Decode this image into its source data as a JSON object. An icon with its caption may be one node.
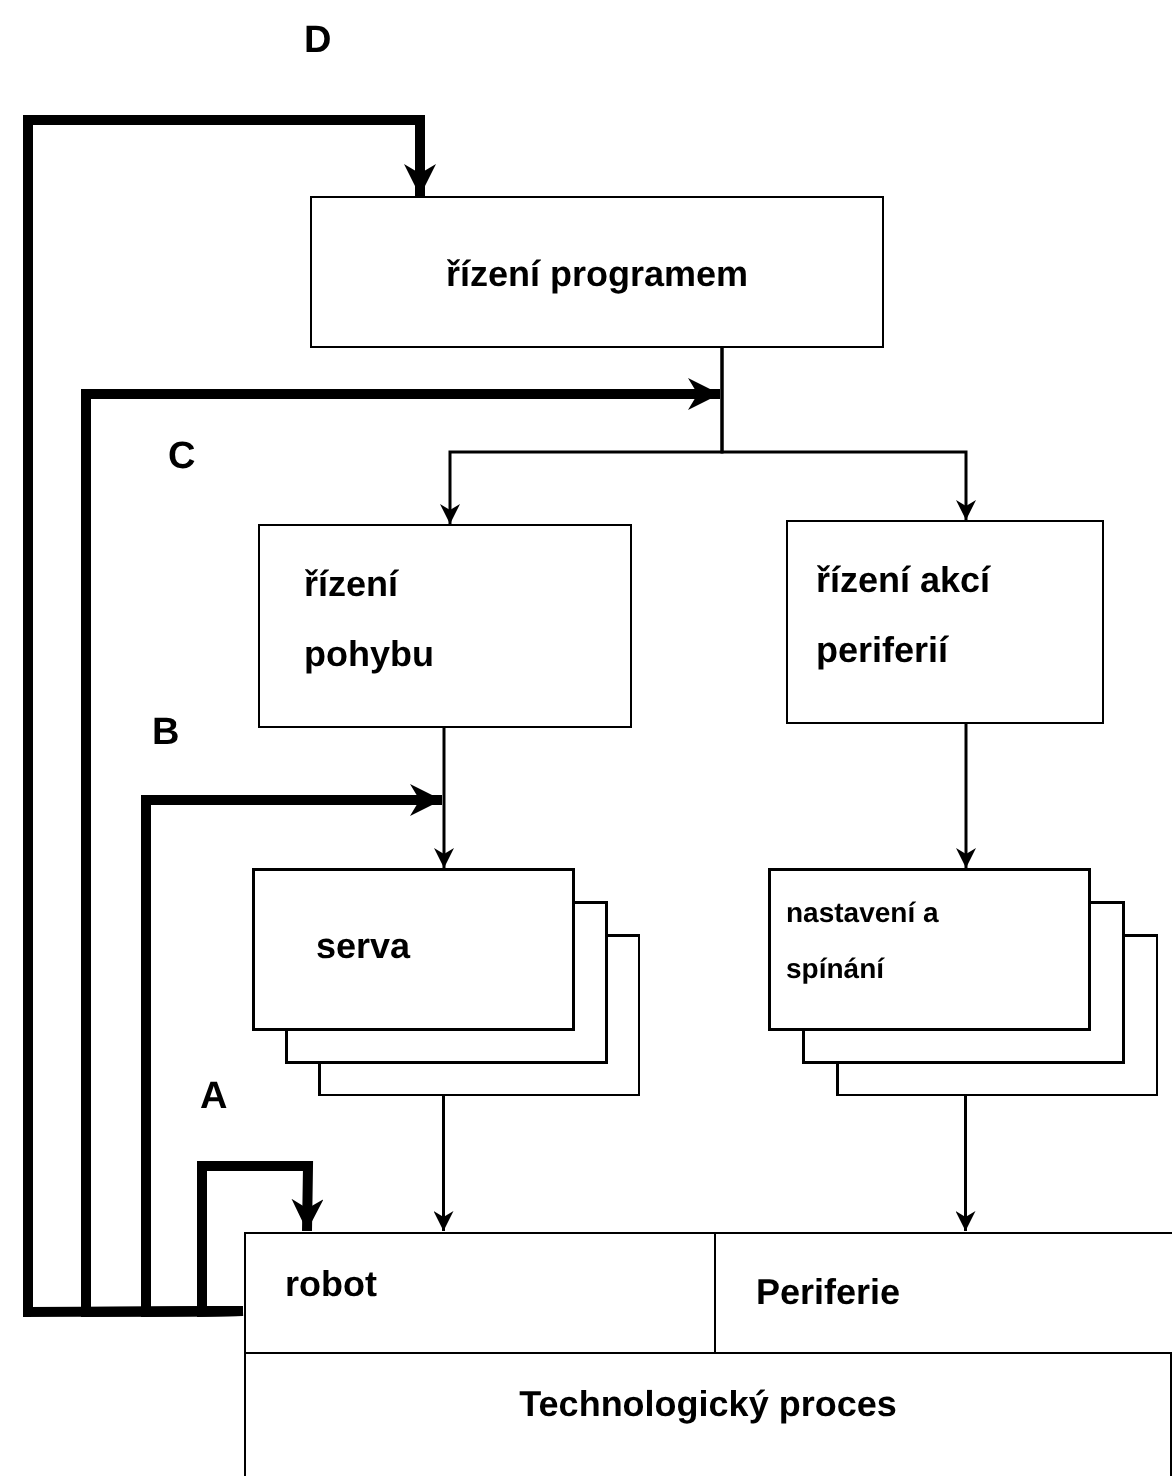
{
  "diagram": {
    "nodes": [
      {
        "text": [
          "řízení programem"
        ]
      },
      {
        "text": [
          "řízení pohybu"
        ]
      },
      {
        "text": [
          "řízení akcí periferií"
        ]
      },
      {
        "text": [
          "serva"
        ]
      },
      {
        "text": [
          "nastavení a spínání"
        ]
      },
      {
        "text": [
          "Technologický proces"
        ]
      },
      {
        "text": [
          "robot"
        ],
        "in": 5
      },
      {
        "text": [
          "Periferie"
        ],
        "in": 5
      }
    ],
    "edges": [
      {
        "from": 0,
        "to": 1,
        "arrow": "to"
      },
      {
        "from": 0,
        "to": 2,
        "arrow": "to"
      },
      {
        "from": 1,
        "to": 3,
        "arrow": "to"
      },
      {
        "from": 2,
        "to": 4,
        "arrow": "to"
      },
      {
        "from": 3,
        "to": 6,
        "arrow": "to"
      },
      {
        "from": 4,
        "to": 7,
        "arrow": "to"
      },
      {
        "from": 6,
        "to": 0,
        "arrow": "to",
        "label": "D",
        "style": "thick"
      },
      {
        "from": 6,
        "to": 0,
        "arrow": "to",
        "label": "C",
        "style": "thick"
      },
      {
        "from": 6,
        "to": 3,
        "arrow": "to",
        "label": "B",
        "style": "thick"
      },
      {
        "from": 6,
        "to": 6,
        "arrow": "to",
        "label": "A",
        "style": "thick"
      }
    ]
  }
}
